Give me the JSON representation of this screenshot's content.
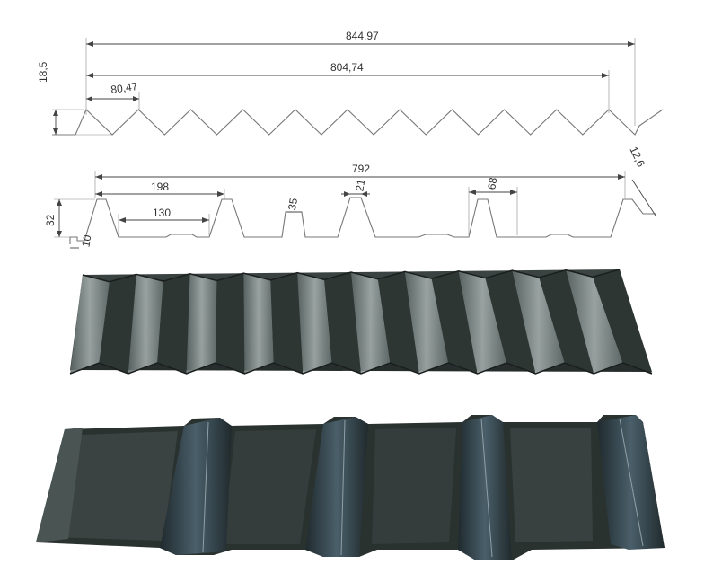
{
  "drawings": {
    "corrugated": {
      "overall_width": "844,97",
      "cover_width": "804,74",
      "pitch": "80,47",
      "height": "18,5"
    },
    "trapezoidal": {
      "cover_width": "792",
      "pitch": "198",
      "pan_width": "130",
      "rib_top": "35",
      "rib_top_small": "21",
      "rib_base": "68",
      "height": "32",
      "lip": "10",
      "edge": "12,6"
    }
  },
  "colors": {
    "sheet_dark": "#2a3230",
    "sheet_mid": "#4a5452",
    "sheet_light": "#a9b3b1",
    "line": "#777777"
  }
}
